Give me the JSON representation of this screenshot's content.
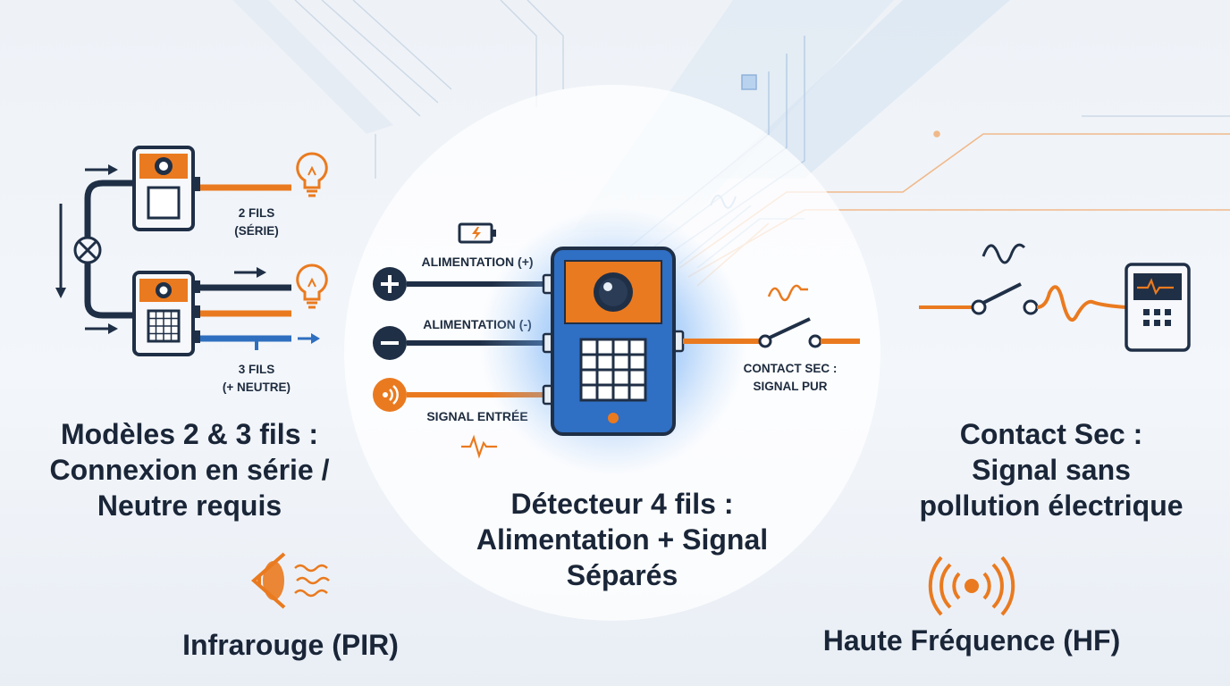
{
  "colors": {
    "navy": "#1f2f46",
    "orange": "#ea7a1f",
    "blue": "#2f6fbf",
    "light_blue": "#cfe0f2",
    "background": "#eef2f7"
  },
  "left_panel": {
    "wiring_2": {
      "label_line1": "2 FILS",
      "label_line2": "(SÉRIE)"
    },
    "wiring_3": {
      "label_line1": "3 FILS",
      "label_line2": "(+ NEUTRE)"
    },
    "title_lines": [
      "Modèles 2 & 3 fils :",
      "Connexion en série /",
      "Neutre requis"
    ]
  },
  "center_panel": {
    "terminals": [
      {
        "label": "ALIMENTATION (+)",
        "icon": "plus-icon"
      },
      {
        "label": "ALIMENTATION (-)",
        "icon": "minus-icon"
      },
      {
        "label": "SIGNAL ENTRÉE",
        "icon": "signal-icon"
      }
    ],
    "output": {
      "label_line1": "CONTACT SEC :",
      "label_line2": "SIGNAL PUR"
    },
    "title_lines": [
      "Détecteur 4 fils :",
      "Alimentation + Signal",
      "Séparés"
    ]
  },
  "right_panel": {
    "title_lines": [
      "Contact Sec :",
      "Signal sans",
      "pollution électrique"
    ]
  },
  "bottom": {
    "pir": {
      "label": "Infrarouge (PIR)",
      "icon": "infrared-wave-icon"
    },
    "hf": {
      "label": "Haute Fréquence (HF)",
      "icon": "radio-wave-icon"
    }
  }
}
